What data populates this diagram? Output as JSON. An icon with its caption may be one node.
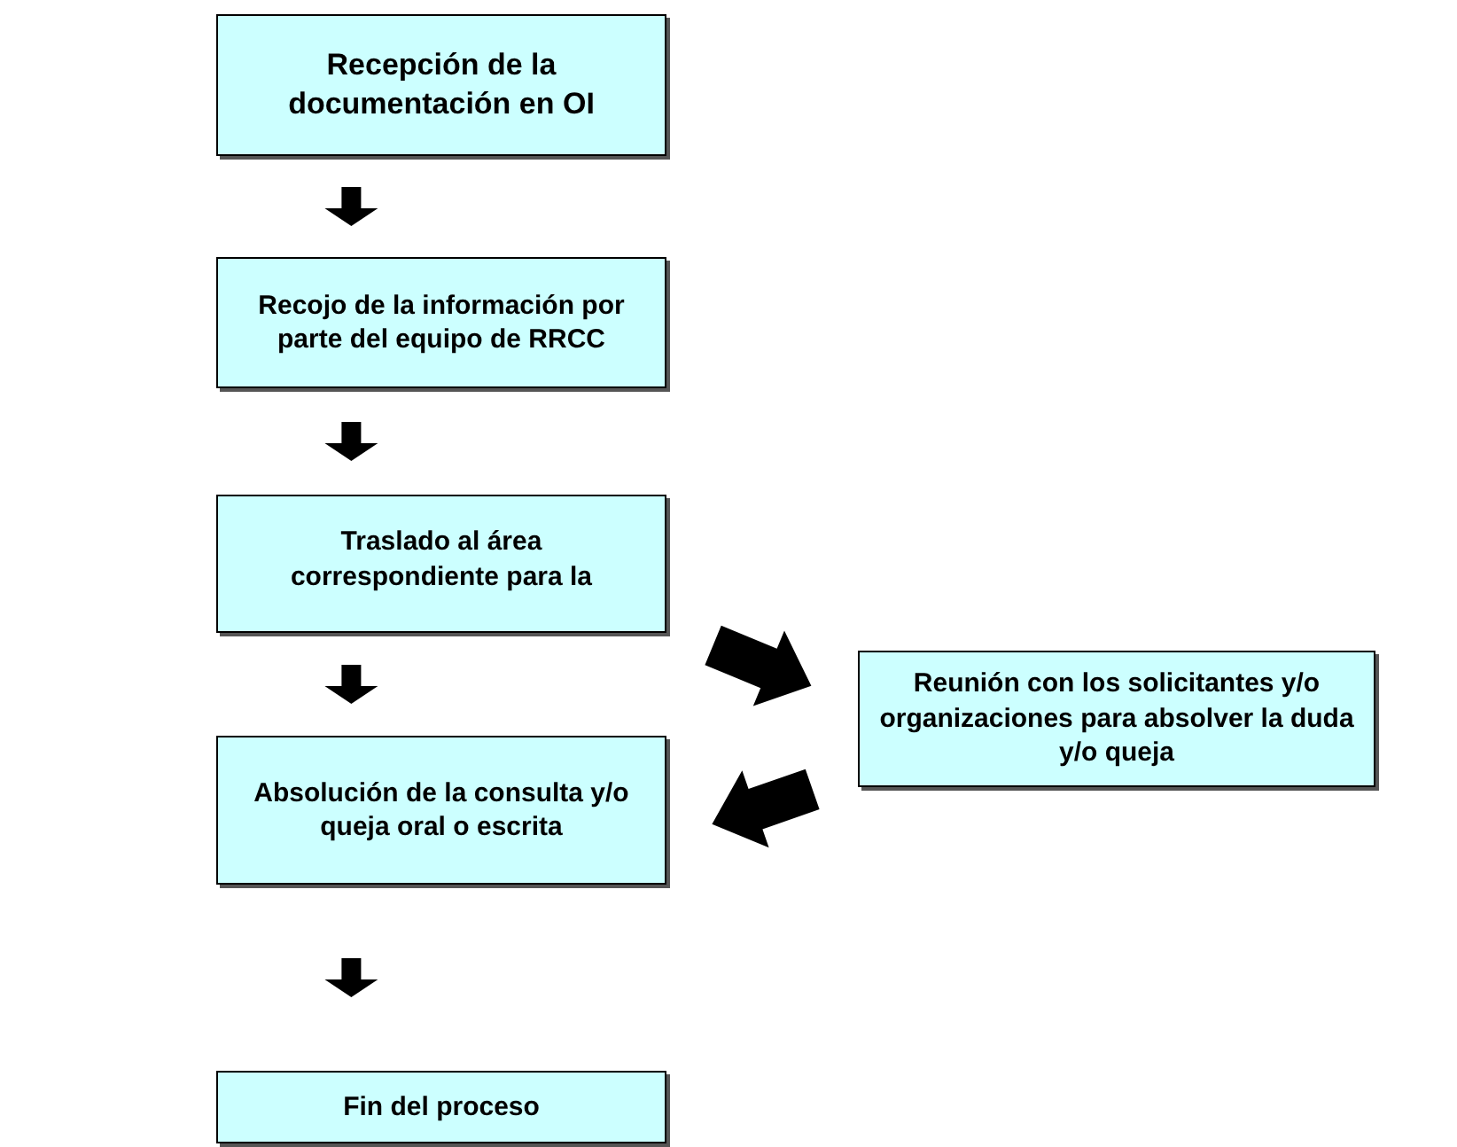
{
  "diagram": {
    "nodes": [
      {
        "text": [
          "Recepción de la documentación en OI"
        ]
      },
      {
        "text": [
          "Recojo de la información por parte del equipo de RRCC"
        ]
      },
      {
        "text": [
          "Traslado al área correspondiente para la"
        ]
      },
      {
        "text": [
          "Reunión con los solicitantes y/o organizaciones para absolver la duda y/o queja"
        ]
      },
      {
        "text": [
          "Absolución de la consulta y/o queja oral o escrita"
        ]
      },
      {
        "text": [
          "Fin del proceso"
        ]
      }
    ],
    "edges": [
      {
        "from": 0,
        "to": 1,
        "arrow": "to"
      },
      {
        "from": 1,
        "to": 2,
        "arrow": "to"
      },
      {
        "from": 2,
        "to": 3,
        "arrow": "to"
      },
      {
        "from": 2,
        "to": 4,
        "arrow": "to"
      },
      {
        "from": 3,
        "to": 4,
        "arrow": "to"
      },
      {
        "from": 4,
        "to": 5,
        "arrow": "to"
      }
    ]
  }
}
